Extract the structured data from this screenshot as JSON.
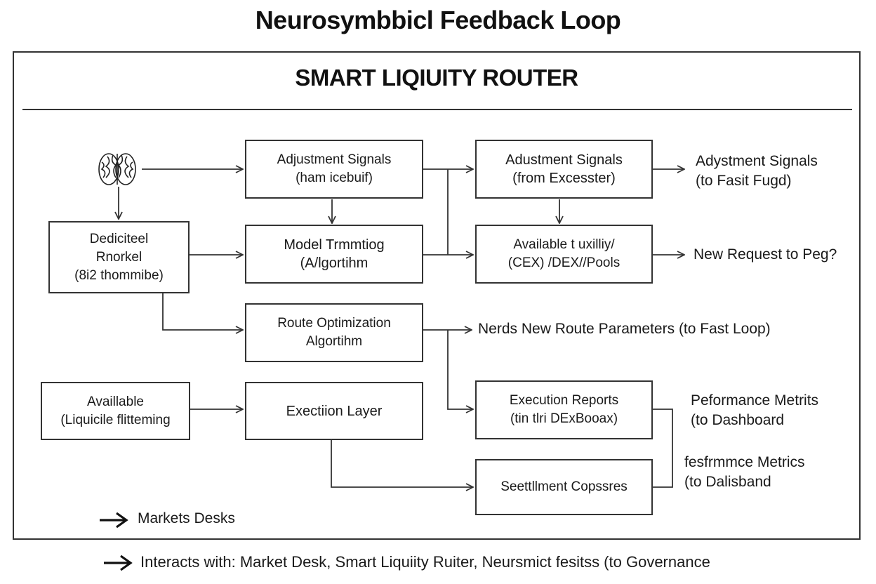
{
  "title": "Neurosymbbicl Feedback Loop",
  "panel": {
    "title": "SMART LIQIUITY ROUTER"
  },
  "nodes": {
    "adjustment_signals_1": {
      "line1": "Adjustment Signals",
      "line2": "(ham  icebuif)"
    },
    "adjustment_signals_2": {
      "line1": "Adustment Signals",
      "line2": "(from Excesster)"
    },
    "dedicated_node": {
      "line1": "Dediciteel",
      "line2": "Rnorkel",
      "line3": "(8i2 thommibe)"
    },
    "model_training": {
      "line1": "Model Trmmtiog",
      "line2": "(A/lgortihm"
    },
    "available_liquidity": {
      "line1": "Available t uxilliy/",
      "line2": "(CEX) /DEX//Pools"
    },
    "route_optimization": {
      "line1": "Route Optimization",
      "line2": "Algortihm"
    },
    "available_floating": {
      "line1": "Availlable",
      "line2": "(Liquicile flitteming"
    },
    "execution_layer": {
      "line1": "Exectiion Layer"
    },
    "execution_reports": {
      "line1": "Execution Reports",
      "line2": "(tin tlri DExBooax)"
    },
    "settlement": {
      "line1": "Seettllment Copssres"
    }
  },
  "outputs": {
    "adjustment_signals_3": {
      "line1": "Adystment Signals",
      "line2": "(to Fasit Fugd)"
    },
    "new_request": {
      "line1": "New Request to Peg?"
    },
    "new_route_params": {
      "line1": "Nerds New Route Parameters (to Fast Loop)"
    },
    "performance_metrics_1": {
      "line1": "Peformance Metrits",
      "line2": "(to Dashboard"
    },
    "performance_metrics_2": {
      "line1": "fesfrmmce Metrics",
      "line2": "(to Dalisband"
    }
  },
  "legend": {
    "label": "Markets Desks"
  },
  "footer": {
    "label": "Interacts with: Market Desk, Smart Liquiity Ruiter, Neursmict fesitss (to Governance"
  },
  "icons": {
    "node_icon": "brain-icon"
  },
  "colors": {
    "line": "#333333",
    "background": "#ffffff"
  }
}
